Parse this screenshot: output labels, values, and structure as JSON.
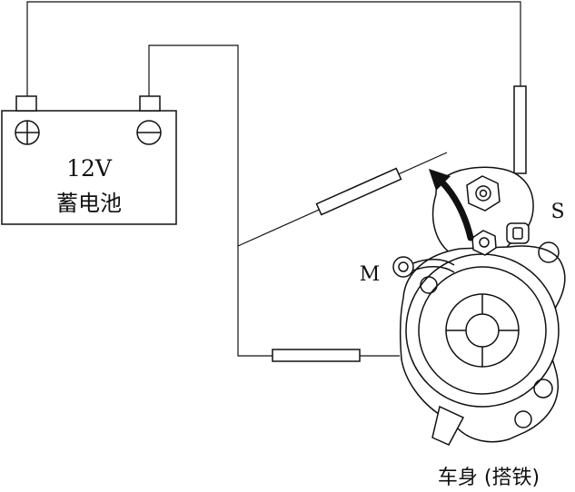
{
  "battery": {
    "voltage": "12V",
    "name": "蓄电池",
    "positive_symbol": "+",
    "negative_symbol": "−"
  },
  "terminals": {
    "m": "M",
    "s": "S"
  },
  "ground_label": "车身 (搭铁)",
  "colors": {
    "line": "#111111",
    "background": "#ffffff"
  }
}
